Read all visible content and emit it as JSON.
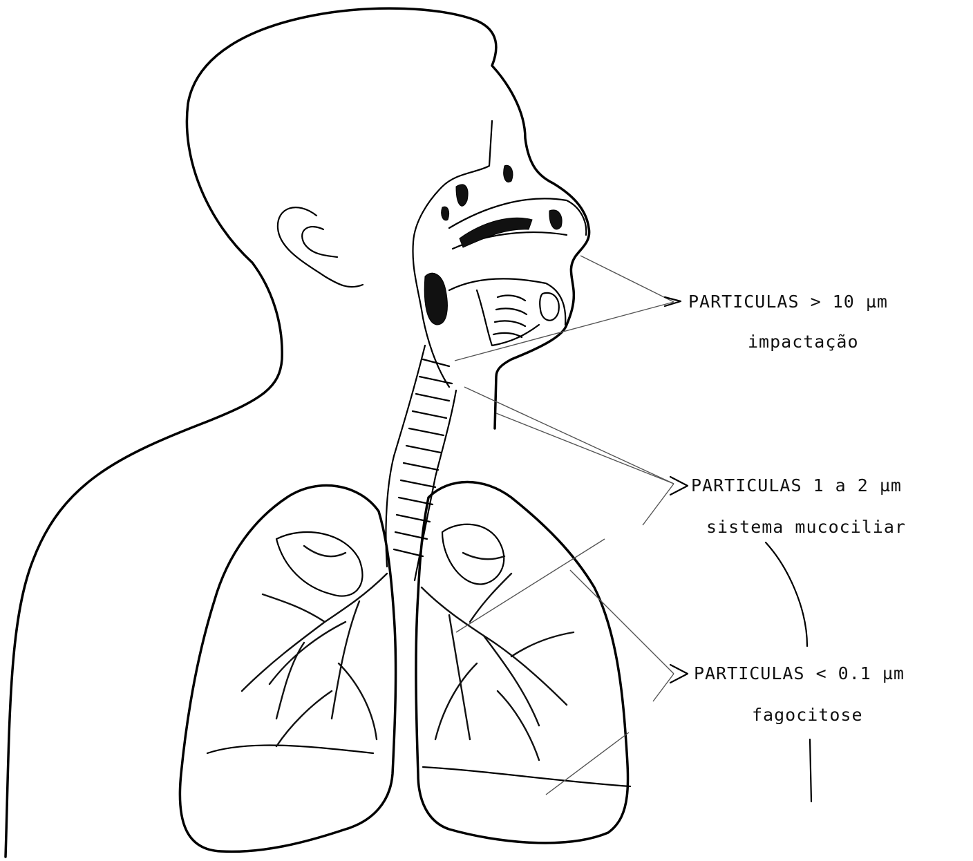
{
  "labels": [
    {
      "particle": "PARTICULAS > 10 µm",
      "mechanism": "impactação"
    },
    {
      "particle": "PARTICULAS 1 a 2 µm",
      "mechanism": "sistema mucociliar"
    },
    {
      "particle": "PARTICULAS < 0.1 µm",
      "mechanism": "fagocitose"
    }
  ]
}
